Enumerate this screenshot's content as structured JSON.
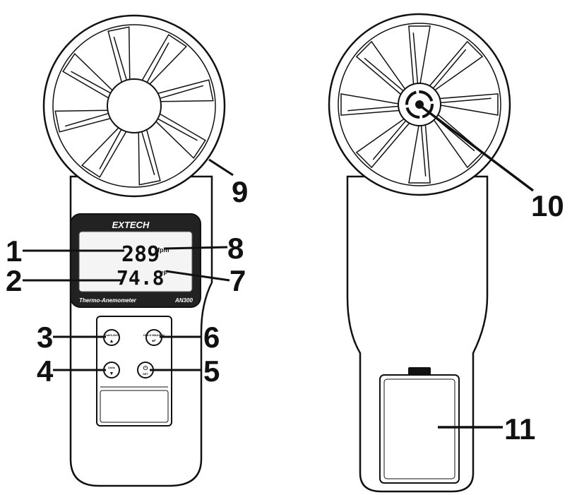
{
  "front_view": {
    "display": {
      "brand": "EXTECH",
      "reading_top": "289",
      "unit_top": "fpm",
      "reading_bottom": "74.8",
      "unit_bottom": "°F",
      "model_name": "Thermo-Anemometer",
      "model_number": "AN300"
    },
    "buttons": [
      {
        "id": "units-avg",
        "top_label": "Unit/3-AVG",
        "symbol": "▲"
      },
      {
        "id": "hold-max-min",
        "top_label": "HOLD MAX/MIN",
        "symbol": "↵"
      },
      {
        "id": "units-down",
        "top_label": "Units",
        "symbol": "▼"
      },
      {
        "id": "power-set",
        "top_label": "⏻",
        "symbol": "SET"
      }
    ]
  },
  "callouts": {
    "c1": "1",
    "c2": "2",
    "c3": "3",
    "c4": "4",
    "c5": "5",
    "c6": "6",
    "c7": "7",
    "c8": "8",
    "c9": "9",
    "c10": "10",
    "c11": "11"
  }
}
